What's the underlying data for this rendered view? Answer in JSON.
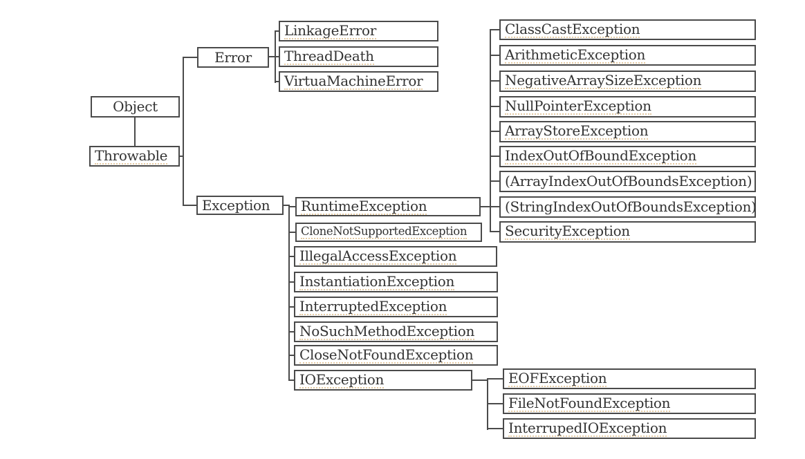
{
  "diagram": {
    "description": "Java exception class hierarchy diagram",
    "colors": {
      "line": "#4a4a4a",
      "text": "#333333",
      "underline": "#e3c9a2",
      "box_background": "#ffffff",
      "page_background": "#ffffff"
    },
    "nodes": [
      {
        "id": "object",
        "label": "Object",
        "parent": null,
        "underline": false,
        "small": false
      },
      {
        "id": "throwable",
        "label": "Throwable",
        "parent": "object",
        "underline": true,
        "small": false
      },
      {
        "id": "error",
        "label": "Error",
        "parent": "throwable",
        "underline": false,
        "small": false
      },
      {
        "id": "linkageerror",
        "label": "LinkageError",
        "parent": "error",
        "underline": true,
        "small": false
      },
      {
        "id": "threaddeath",
        "label": "ThreadDeath",
        "parent": "error",
        "underline": true,
        "small": false
      },
      {
        "id": "virtuamachine",
        "label": "VirtuaMachineError",
        "parent": "error",
        "underline": true,
        "small": false
      },
      {
        "id": "exception",
        "label": "Exception",
        "parent": "throwable",
        "underline": false,
        "small": false
      },
      {
        "id": "runtime",
        "label": "RuntimeException",
        "parent": "exception",
        "underline": true,
        "small": false
      },
      {
        "id": "clonenotsupp",
        "label": "CloneNotSupportedException",
        "parent": "exception",
        "underline": true,
        "small": true
      },
      {
        "id": "illegalaccess",
        "label": "IllegalAccessException",
        "parent": "exception",
        "underline": true,
        "small": false
      },
      {
        "id": "instantiation",
        "label": "InstantiationException",
        "parent": "exception",
        "underline": true,
        "small": false
      },
      {
        "id": "interrupted",
        "label": "InterruptedException",
        "parent": "exception",
        "underline": true,
        "small": false
      },
      {
        "id": "nosuchmethod",
        "label": "NoSuchMethodException",
        "parent": "exception",
        "underline": true,
        "small": false
      },
      {
        "id": "closenotfound",
        "label": "CloseNotFoundException",
        "parent": "exception",
        "underline": true,
        "small": false
      },
      {
        "id": "ioexception",
        "label": "IOException",
        "parent": "exception",
        "underline": true,
        "small": false
      },
      {
        "id": "classcast",
        "label": "ClassCastException",
        "parent": "runtime",
        "underline": true,
        "small": false
      },
      {
        "id": "arithmetic",
        "label": "ArithmeticException",
        "parent": "runtime",
        "underline": true,
        "small": false
      },
      {
        "id": "negarraysize",
        "label": "NegativeArraySizeException",
        "parent": "runtime",
        "underline": true,
        "small": false
      },
      {
        "id": "nullpointer",
        "label": "NullPointerException",
        "parent": "runtime",
        "underline": true,
        "small": false
      },
      {
        "id": "arraystore",
        "label": "ArrayStoreException",
        "parent": "runtime",
        "underline": true,
        "small": false
      },
      {
        "id": "indexoob",
        "label": "IndexOutOfBoundException",
        "parent": "runtime",
        "underline": true,
        "small": false
      },
      {
        "id": "arrayindexoob",
        "label": "(ArrayIndexOutOfBoundsException)",
        "parent": "runtime",
        "underline": false,
        "small": false
      },
      {
        "id": "stringindexoob",
        "label": "(StringIndexOutOfBoundsException)",
        "parent": "runtime",
        "underline": false,
        "small": false
      },
      {
        "id": "security",
        "label": "SecurityException",
        "parent": "runtime",
        "underline": true,
        "small": false
      },
      {
        "id": "eof",
        "label": "EOFException",
        "parent": "ioexception",
        "underline": true,
        "small": false
      },
      {
        "id": "filenotfound",
        "label": "FileNotFoundException",
        "parent": "ioexception",
        "underline": true,
        "small": false
      },
      {
        "id": "interrupedio",
        "label": "InterrupedIOException",
        "parent": "ioexception",
        "underline": true,
        "small": false
      }
    ]
  }
}
